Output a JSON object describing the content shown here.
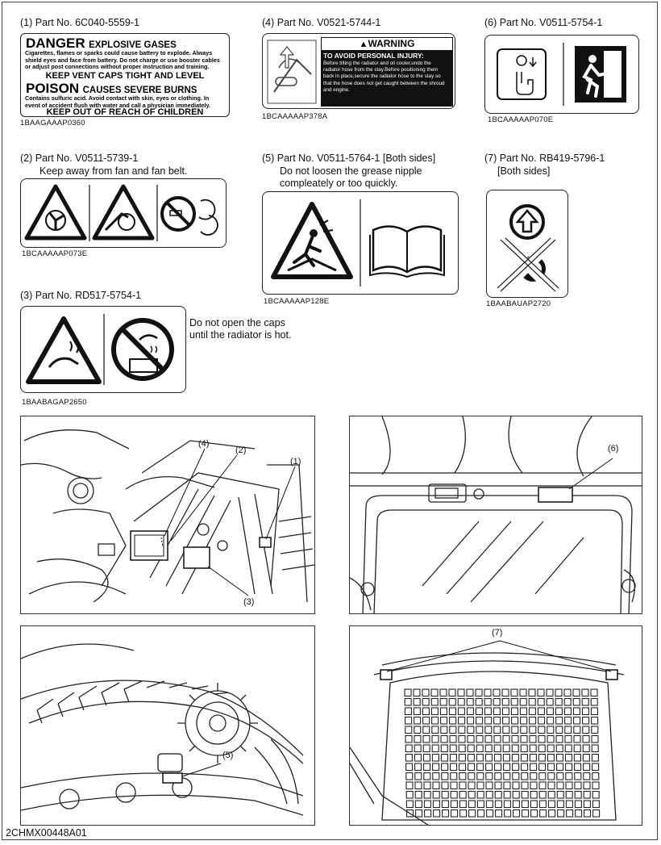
{
  "labels": {
    "l1": {
      "part": "(1) Part No. 6C040-5559-1",
      "code": "1BAAGAAAP0360",
      "danger_big": "DANGER",
      "danger_sub": "EXPLOSIVE GASES",
      "d_line1": "Cigarettes, flames or sparks could cause battery to explode. Always",
      "d_line2": "shield eyes and face from battery. Do not charge or use booster cables",
      "d_line3": "or adjust post connections without proper instruction and training.",
      "d_line4": "KEEP VENT CAPS TIGHT AND LEVEL",
      "poison_big": "POISON",
      "poison_sub": "CAUSES SEVERE BURNS",
      "p_line1": "Contains sulfuric acid. Avoid contact with skin, eyes or clothing. In",
      "p_line2": "event of accident flush with water and call a physician immediately.",
      "p_line3": "KEEP OUT OF REACH OF CHILDREN"
    },
    "l2": {
      "part": "(2) Part No. V0511-5739-1",
      "desc": "Keep away from fan and fan belt.",
      "code": "1BCAAAAAP073E"
    },
    "l3": {
      "part": "(3) Part No. RD517-5754-1",
      "desc1": "Do not open the caps",
      "desc2": "until the radiator is hot.",
      "code": "1BAABAGAP2650"
    },
    "l4": {
      "part": "(4) Part No. V0521-5744-1",
      "code": "1BCAAAAAP378A",
      "warning": "WARNING",
      "avoid": "TO AVOID PERSONAL INJURY:",
      "w1": "Before tilting the radiator and oil cooler,undo the",
      "w2": "radiator hose from the stay.Before positioning them",
      "w3": "back in place,secure the radiator hose to the stay so",
      "w4": "that the hose does not get caught between the shroud",
      "w5": "and engine."
    },
    "l5": {
      "part": "(5) Part No. V0511-5764-1 [Both sides]",
      "desc1": "Do not loosen the grease nipple",
      "desc2": "compleately or too quickly.",
      "code": "1BCAAAAAP128E"
    },
    "l6": {
      "part": "(6) Part No. V0511-5754-1",
      "code": "1BCAAAAAP070E"
    },
    "l7": {
      "part": "(7) Part No. RB419-5796-1",
      "desc": "[Both sides]",
      "code": "1BAABAUAP2720"
    }
  },
  "figures": {
    "engine": {
      "c4": "(4)",
      "c2": "(2)",
      "c1": "(1)",
      "c3": "(3)"
    },
    "cab": {
      "c6": "(6)"
    },
    "track": {
      "c5": "(5)"
    },
    "window": {
      "c7": "(7)"
    }
  },
  "footer": {
    "doc_code": "2CHMX00448A01"
  }
}
